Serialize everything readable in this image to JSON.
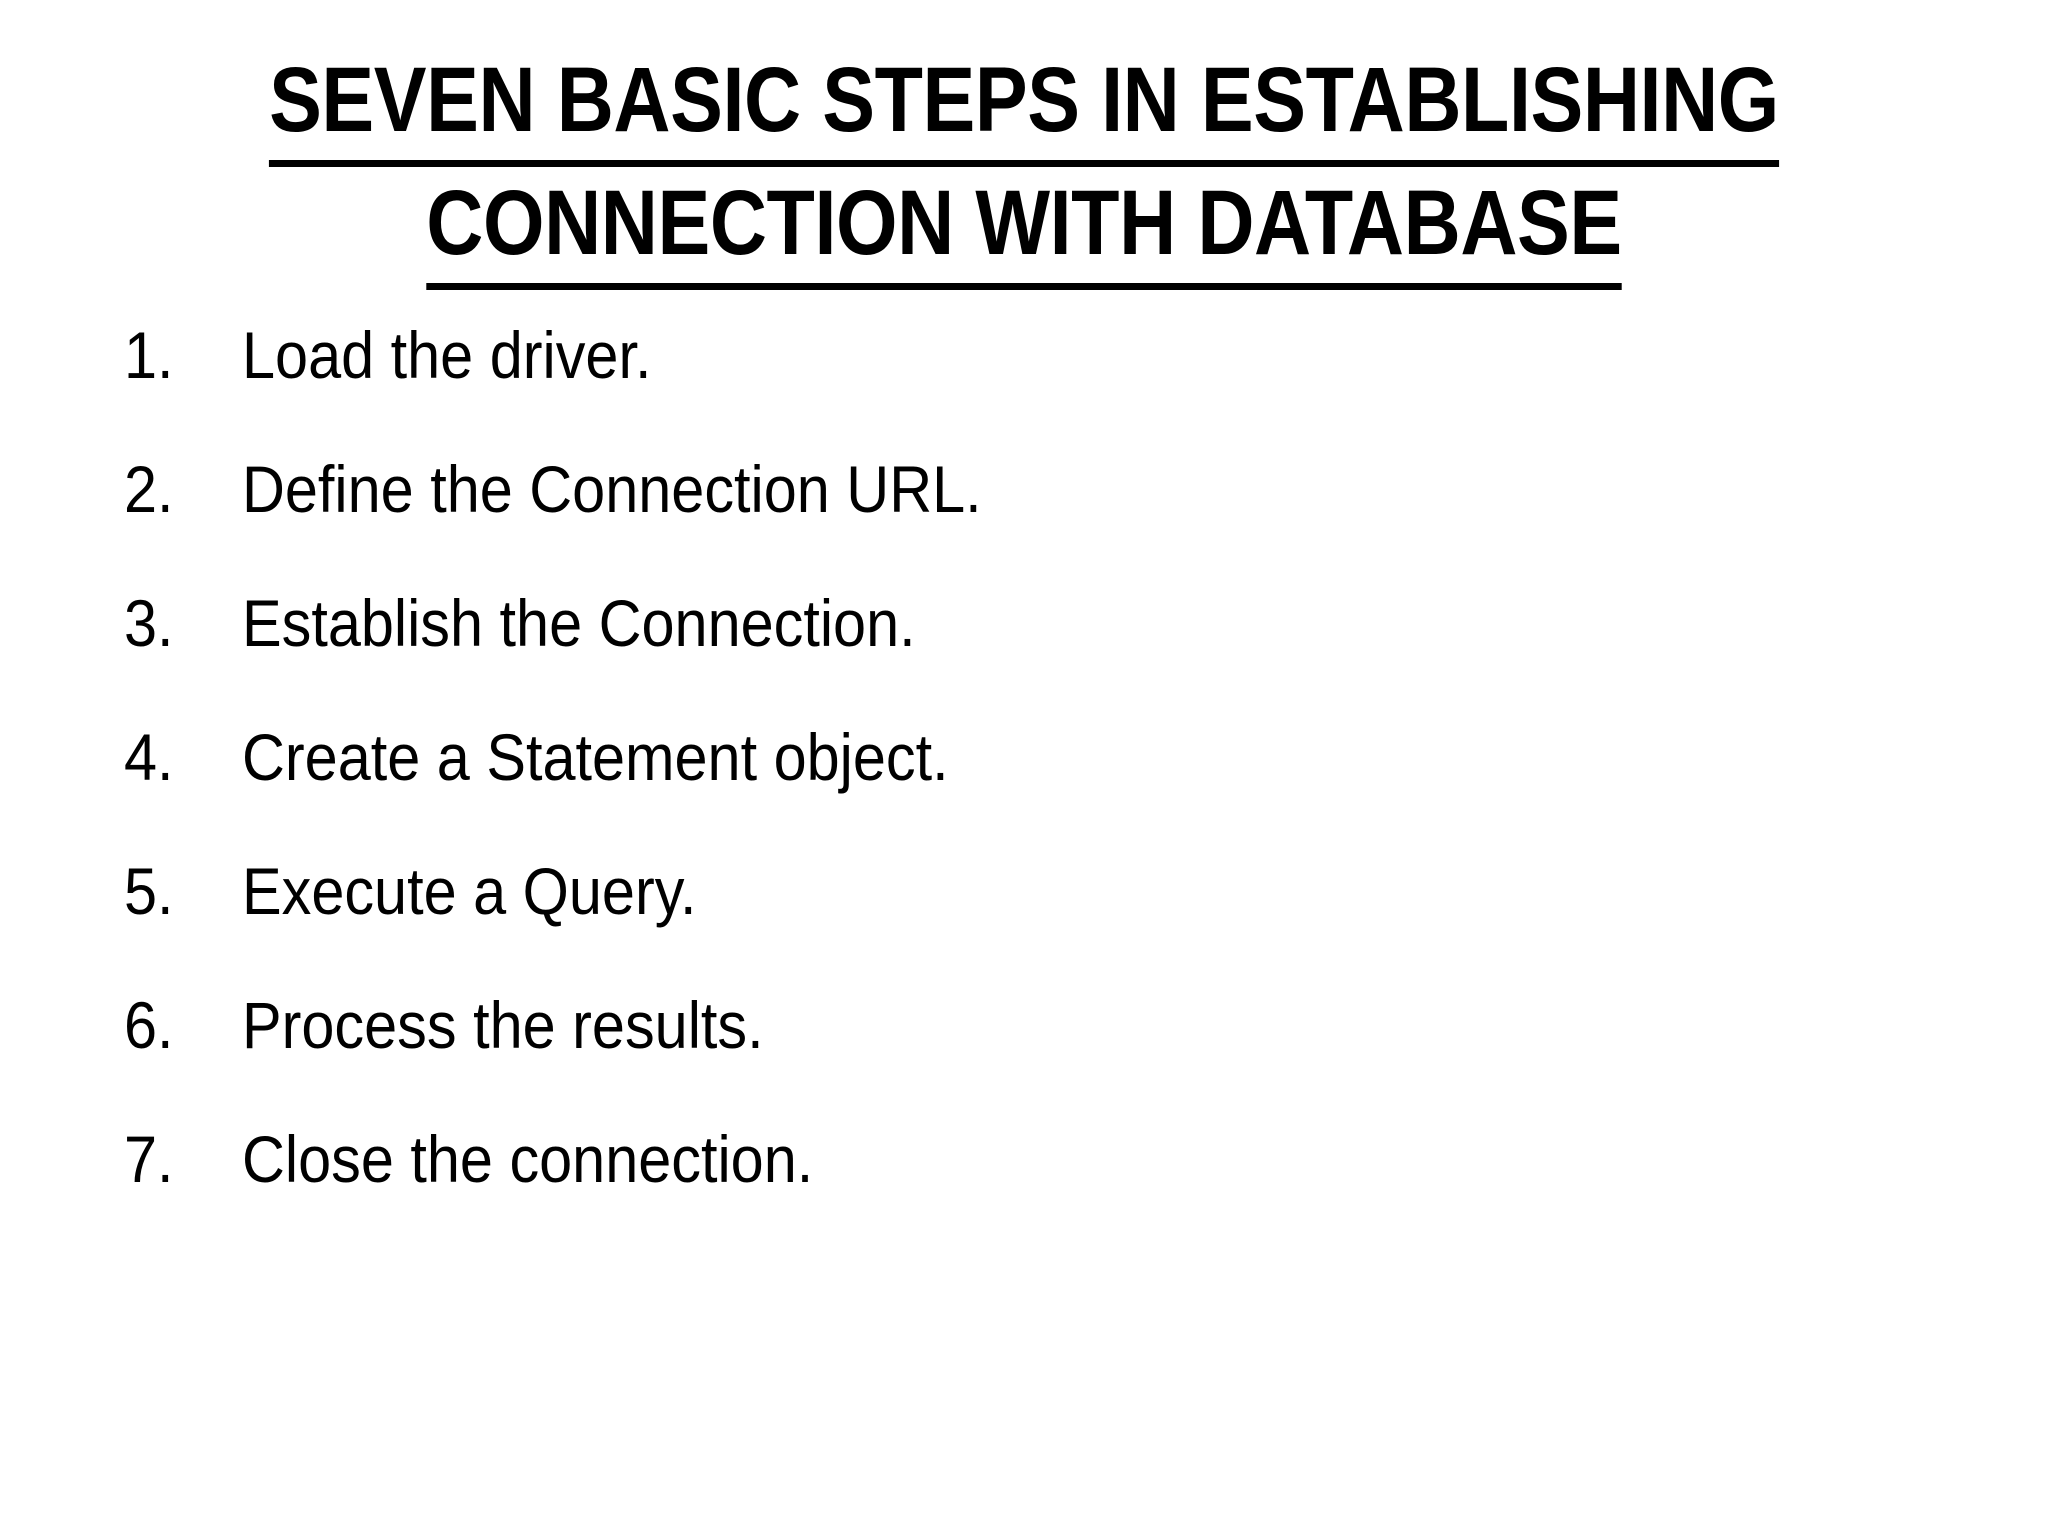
{
  "slide": {
    "background_color": "#ffffff",
    "text_color": "#000000",
    "title": {
      "line1": "SEVEN BASIC STEPS IN ESTABLISHING",
      "line2": "CONNECTION WITH DATABASE",
      "underlined": true
    },
    "steps": [
      {
        "number": "1.",
        "text": "Load the driver."
      },
      {
        "number": "2.",
        "text": "Define the Connection URL."
      },
      {
        "number": "3.",
        "text": "Establish the Connection."
      },
      {
        "number": "4.",
        "text": "Create a Statement object."
      },
      {
        "number": "5.",
        "text": "Execute a Query."
      },
      {
        "number": "6.",
        "text": "Process the results."
      },
      {
        "number": "7.",
        "text": "Close the connection."
      }
    ]
  }
}
